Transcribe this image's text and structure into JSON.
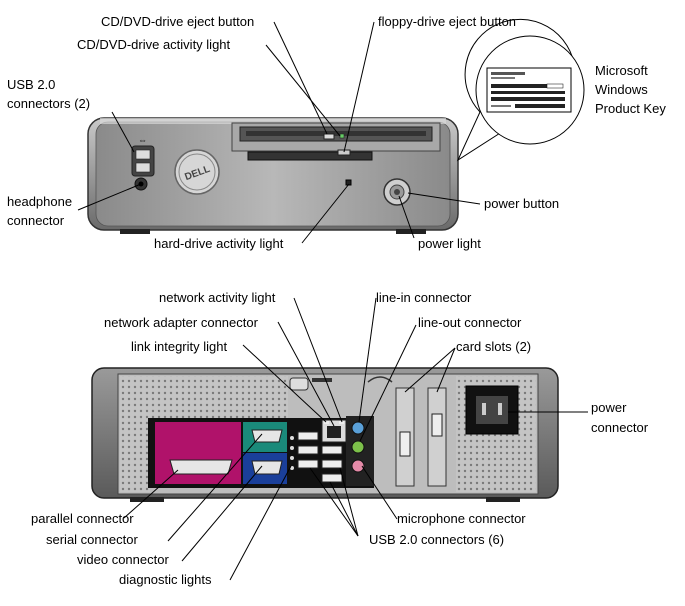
{
  "front_labels": {
    "cd_eject": "CD/DVD-drive eject button",
    "cd_activity": "CD/DVD-drive activity light",
    "floppy_eject": "floppy-drive eject button",
    "usb_line1": "USB 2.0",
    "usb_line2": "connectors (2)",
    "headphone_line1": "headphone",
    "headphone_line2": "connector",
    "hdd_activity": "hard-drive activity light",
    "power_button": "power button",
    "power_light": "power light",
    "product_key_line1": "Microsoft",
    "product_key_line2": "Windows",
    "product_key_line3": "Product Key"
  },
  "back_labels": {
    "network_activity": "network activity light",
    "network_adapter": "network adapter connector",
    "link_integrity": "link integrity light",
    "line_in": "line-in connector",
    "line_out": "line-out connector",
    "card_slots": "card slots (2)",
    "power_connector_line1": "power",
    "power_connector_line2": "connector",
    "parallel": "parallel connector",
    "serial": "serial connector",
    "video": "video connector",
    "diagnostic": "diagnostic lights",
    "microphone": "microphone connector",
    "usb6": "USB 2.0 connectors (6)"
  },
  "device": {
    "brand": "DELL"
  },
  "colors": {
    "parallel_port": "#b0126a",
    "serial_port": "#1a8a7a",
    "video_port": "#1a3f9a",
    "line_in": "#5aa0d8",
    "line_out": "#7cc04a",
    "microphone": "#e48aa8"
  }
}
